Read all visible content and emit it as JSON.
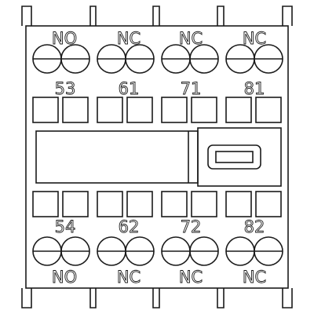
{
  "top_labels": [
    "NO",
    "NC",
    "NC",
    "NC"
  ],
  "top_numbers": [
    "53",
    "61",
    "71",
    "81"
  ],
  "bottom_numbers": [
    "54",
    "62",
    "72",
    "82"
  ],
  "bottom_labels": [
    "NO",
    "NC",
    "NC",
    "NC"
  ],
  "colors": {
    "line": "#1a1a1a",
    "background": "#ffffff"
  }
}
